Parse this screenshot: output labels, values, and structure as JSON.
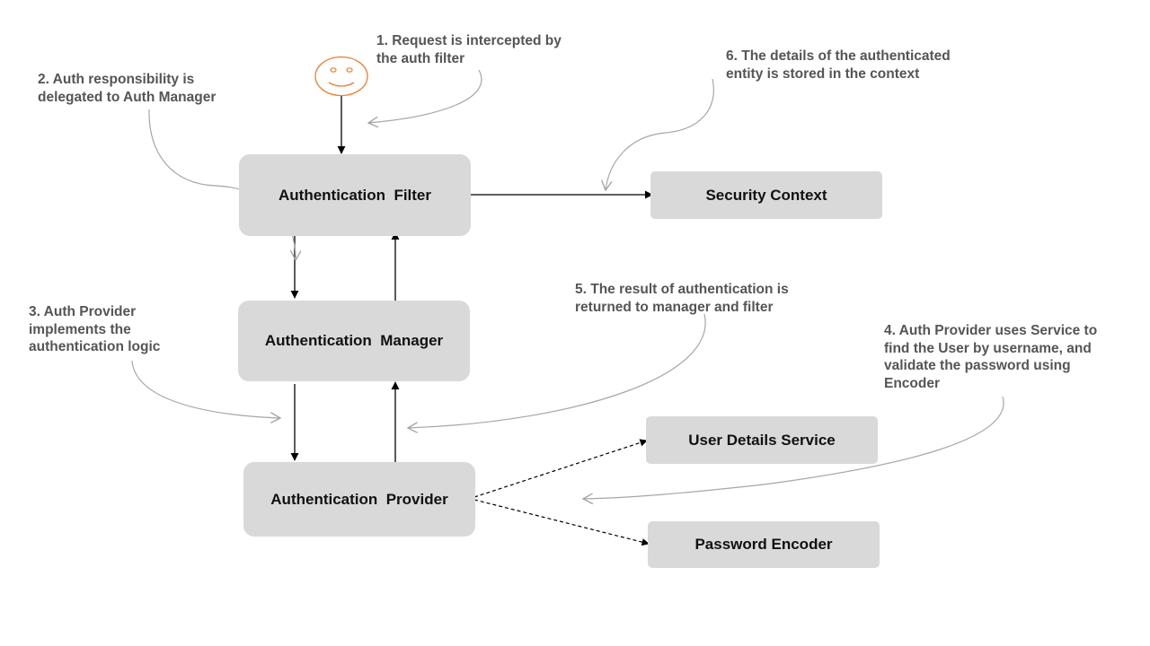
{
  "diagram": {
    "type": "flow",
    "components": {
      "auth_filter": "Authentication  Filter",
      "security_context": "Security Context",
      "auth_manager": "Authentication  Manager",
      "auth_provider": "Authentication  Provider",
      "user_details_service": "User Details Service",
      "password_encoder": "Password Encoder"
    },
    "notes": {
      "step1": "1. Request is intercepted by\nthe auth filter",
      "step2": "2. Auth responsibility is\ndelegated to Auth Manager",
      "step3": "3. Auth Provider\nimplements the\nauthentication logic",
      "step4": "4. Auth Provider uses Service to\nfind the User by username, and\nvalidate the password using\nEncoder",
      "step5": "5. The result of authentication is\nreturned to manager and filter",
      "step6": "6. The details of the authenticated\nentity is stored in the context"
    },
    "actor_icon": "smiley-face-icon",
    "colors": {
      "box_fill": "#d9d9d9",
      "box_text": "#111111",
      "note_text": "#555555",
      "arrow": "#000000",
      "callout_curve": "#a6a6a6",
      "actor": "#ed7d31"
    }
  }
}
